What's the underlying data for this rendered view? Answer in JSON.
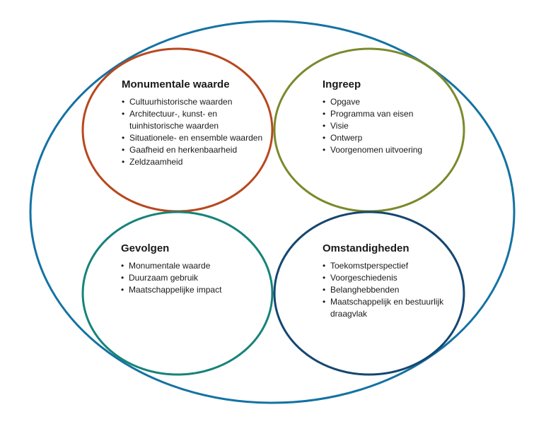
{
  "colors": {
    "outer": "#1472a3",
    "monumentale_waarde": "#b8481e",
    "ingreep": "#7a8a2c",
    "gevolgen": "#17837a",
    "omstandigheden": "#154670",
    "text": "#1a1a1a"
  },
  "monumentale_waarde": {
    "title": "Monumentale waarde",
    "items": [
      "Cultuurhistorische waarden",
      "Architectuur-, kunst- en tuinhistorische waarden",
      "Situationele- en ensemble waarden",
      "Gaafheid en herkenbaarheid",
      "Zeldzaamheid"
    ]
  },
  "ingreep": {
    "title": "Ingreep",
    "items": [
      "Opgave",
      "Programma van eisen",
      "Visie",
      "Ontwerp",
      "Voorgenomen uitvoering"
    ]
  },
  "gevolgen": {
    "title": "Gevolgen",
    "items": [
      "Monumentale waarde",
      "Duurzaam gebruik",
      "Maatschappelijke impact"
    ]
  },
  "omstandigheden": {
    "title": "Omstandigheden",
    "items": [
      "Toekomstperspectief",
      "Voorgeschiedenis",
      "Belanghebbenden",
      "Maatschappelijk en bestuurlijk draagvlak"
    ]
  }
}
